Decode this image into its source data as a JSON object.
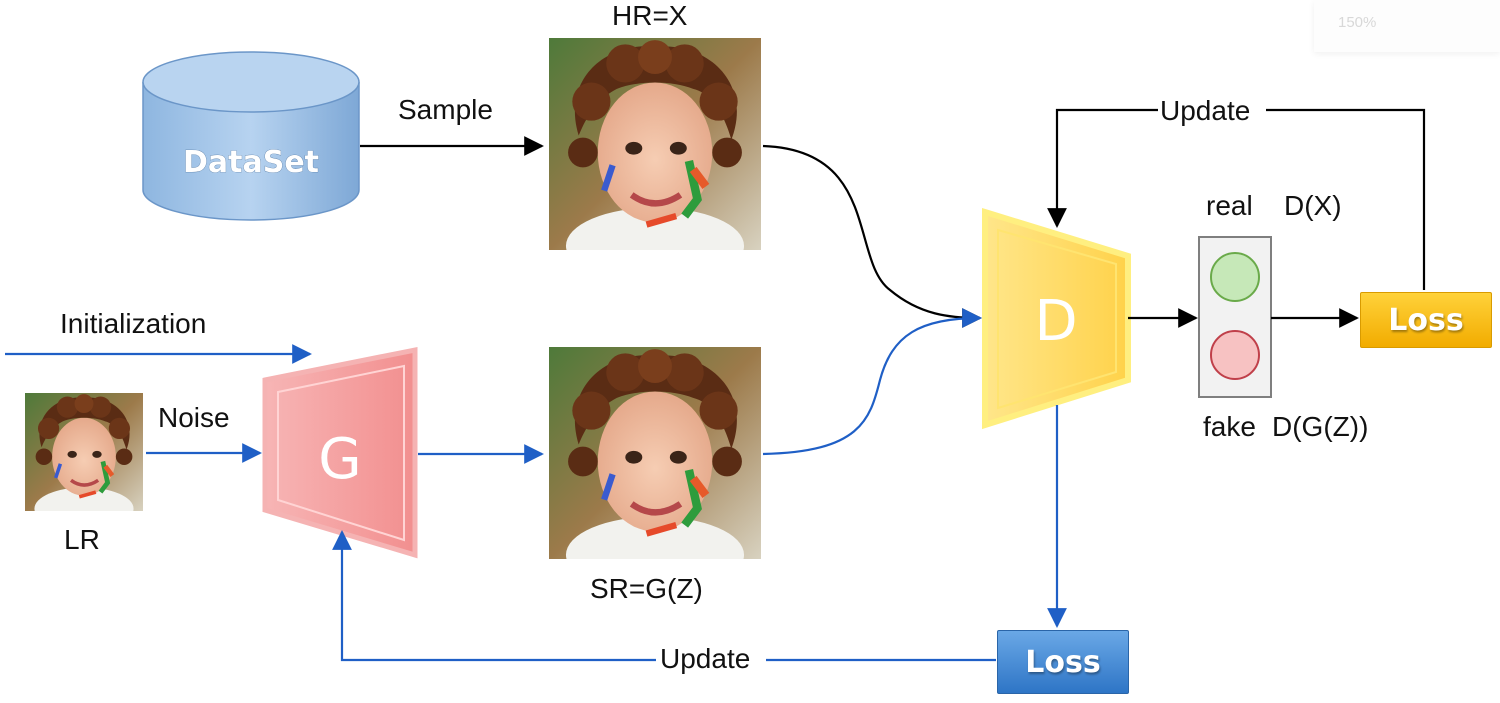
{
  "zoom_level": "150%",
  "nodes": {
    "dataset": "DataSet",
    "generator": "G",
    "discriminator": "D",
    "loss_top": "Loss",
    "loss_bottom": "Loss"
  },
  "labels": {
    "hr": "HR=X",
    "sr": "SR=G(Z)",
    "lr": "LR",
    "sample": "Sample",
    "noise": "Noise",
    "initialization": "Initialization",
    "update_top": "Update",
    "update_bottom": "Update",
    "real": "real",
    "real_value": "D(X)",
    "fake": "fake",
    "fake_value": "D(G(Z))"
  },
  "colors": {
    "dataset_fill": "#9dc3e6",
    "generator_fill": "#f4a4a4",
    "discriminator_fill": "#ffd966",
    "loss_top_fill": "#f5b800",
    "loss_bottom_fill": "#3c84d0",
    "signal_real": "#a9d18e",
    "signal_fake": "#f4b6b6",
    "arrow_black": "#000000",
    "arrow_blue": "#1f5fc6"
  },
  "icons": [
    "child-face-photo-hr",
    "child-face-photo-sr",
    "child-face-photo-lr",
    "real-fake-indicator"
  ]
}
